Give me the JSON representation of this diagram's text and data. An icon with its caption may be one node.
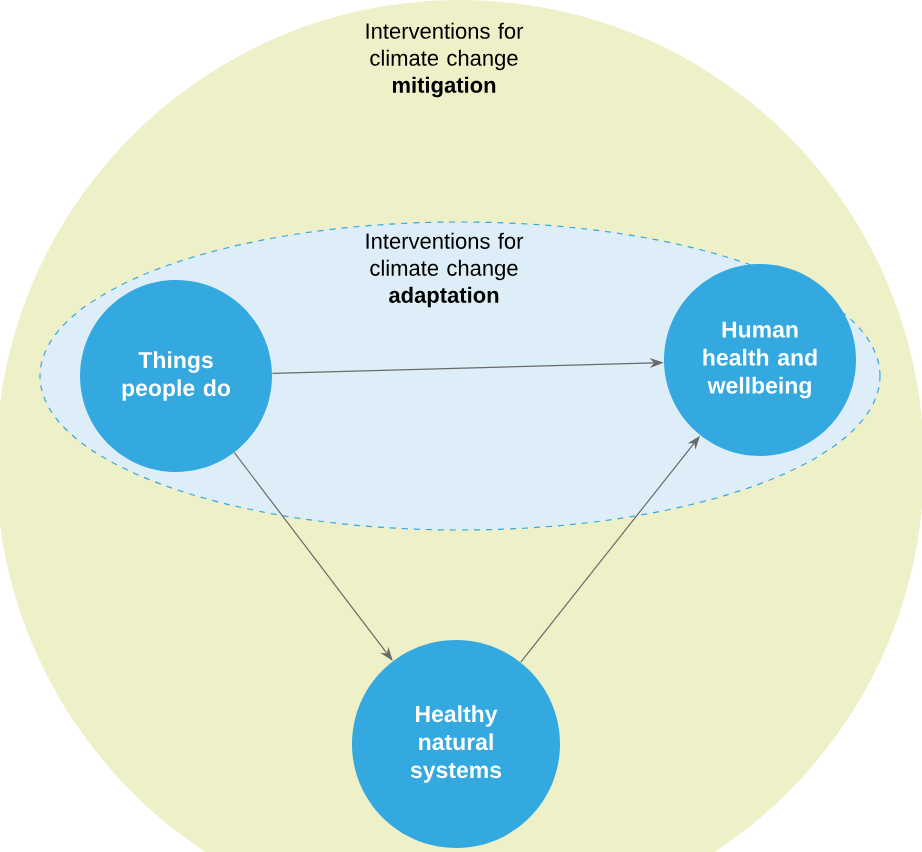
{
  "diagram": {
    "nodes": [
      {
        "text": [
          "Interventions for climate change **mitigation**"
        ]
      },
      {
        "text": [
          "Interventions for climate change **adaptation**"
        ],
        "in": 0
      },
      {
        "text": [
          "Things people do"
        ],
        "in": 1
      },
      {
        "text": [
          "Human health and wellbeing"
        ],
        "in": 1
      },
      {
        "text": [
          "Healthy natural systems"
        ],
        "in": 0
      }
    ],
    "edges": [
      {
        "from": 2,
        "to": 3,
        "arrow": "to"
      },
      {
        "from": 2,
        "to": 4,
        "arrow": "to"
      },
      {
        "from": 4,
        "to": 3,
        "arrow": "to"
      }
    ]
  }
}
